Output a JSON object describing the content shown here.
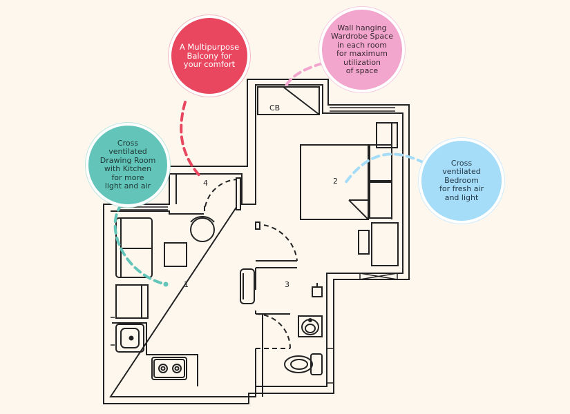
{
  "callouts": {
    "balcony": "A Multipurpose\nBalcony for\nyour comfort",
    "wardrobe": "Wall hanging\nWardrobe Space\nin each room\nfor maximum\nutilization\nof space",
    "drawing_room": "Cross\nventilated\nDrawing Room\nwith Kitchen\nfor more\nlight and air",
    "bedroom": "Cross\nventilated\nBedroom\nfor fresh air\nand light"
  },
  "room_labels": {
    "drawing_room": "1",
    "bedroom": "2",
    "bathroom": "3",
    "balcony": "4",
    "cupboard": "CB"
  },
  "colors": {
    "balcony_callout": "#e8475f",
    "wardrobe_callout": "#f2a6cd",
    "drawing_room_callout": "#63c5b9",
    "bedroom_callout": "#a5dcf7",
    "wall": "#222222",
    "background": "#fdf7ee"
  }
}
